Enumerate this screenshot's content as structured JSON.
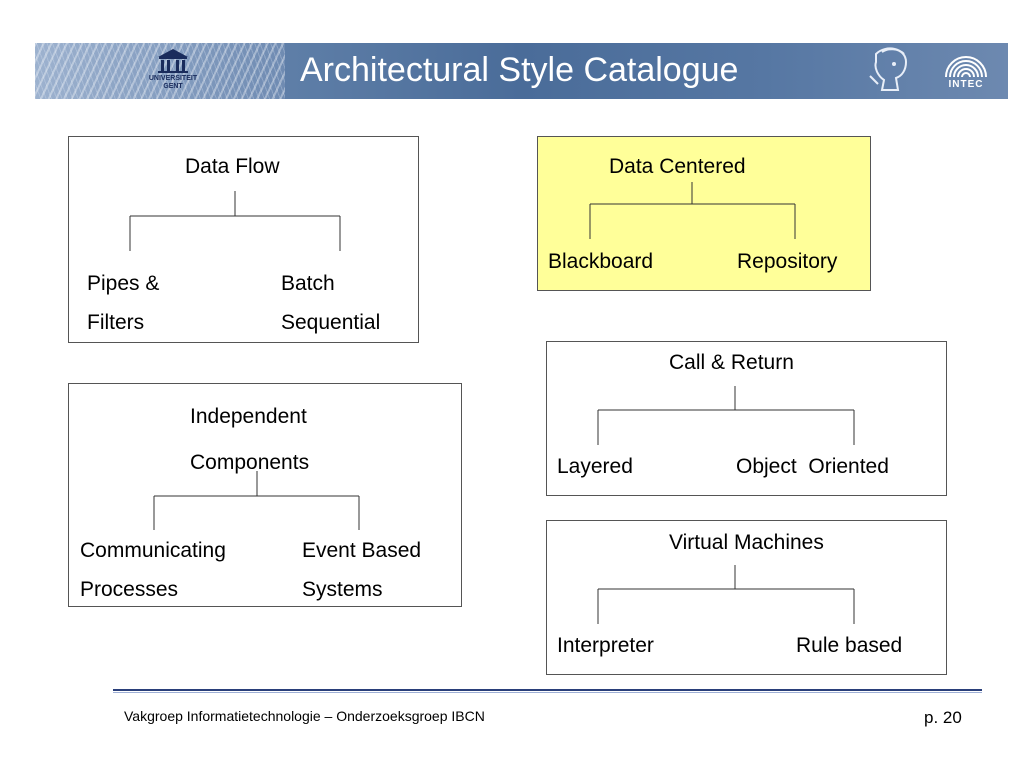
{
  "header": {
    "title": "Architectural Style Catalogue",
    "left_logo_text": [
      "UNIVERSITEIT",
      "GENT"
    ],
    "right_logo_text": "INTEC",
    "banner_color": "#5a7aa5"
  },
  "boxes": {
    "data_flow": {
      "title": [
        "Data Flow"
      ],
      "left": [
        "Pipes &",
        "Filters"
      ],
      "right": [
        "Batch",
        "Sequential"
      ]
    },
    "data_centered": {
      "title": [
        "Data Centered"
      ],
      "left": [
        "Blackboard"
      ],
      "right": [
        "Repository"
      ],
      "highlight_color": "#ffff99"
    },
    "call_return": {
      "title": [
        "Call & Return"
      ],
      "left": [
        "Layered"
      ],
      "right": [
        "Object  Oriented"
      ]
    },
    "independent": {
      "title": [
        "Independent",
        "Components"
      ],
      "left": [
        "Communicating",
        "Processes"
      ],
      "right": [
        "Event Based",
        "Systems"
      ]
    },
    "virtual_machines": {
      "title": [
        "Virtual Machines"
      ],
      "left": [
        "Interpreter"
      ],
      "right": [
        "Rule based"
      ]
    }
  },
  "footer": {
    "text": "Vakgroep Informatietechnologie – Onderzoeksgroep IBCN",
    "page": "p. 20"
  }
}
